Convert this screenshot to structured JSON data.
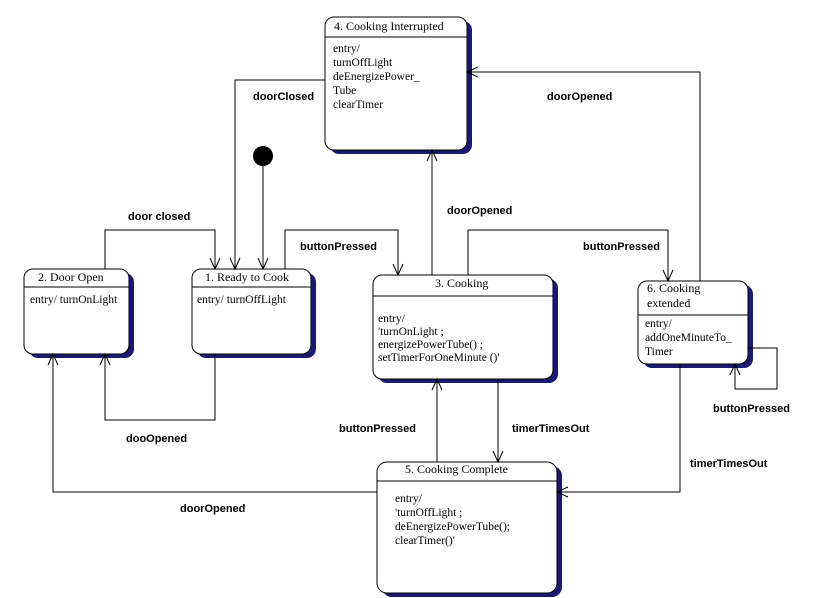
{
  "states": {
    "s4": {
      "title": "4. Cooking Interrupted",
      "lines": [
        "entry/",
        "turnOffLight",
        "deEnergizePower_",
        "Tube",
        "clearTimer"
      ]
    },
    "s2": {
      "title": "2. Door Open",
      "lines": [
        "entry/   turnOnLight"
      ]
    },
    "s1": {
      "title": "1. Ready to Cook",
      "lines": [
        "entry/   turnOffLight"
      ]
    },
    "s3": {
      "title": "3.  Cooking",
      "lines": [
        "entry/",
        "'turnOnLight ;",
        "energizePowerTube() ;",
        "setTimerForOneMinute ()'"
      ]
    },
    "s6": {
      "title": "6. Cooking",
      "title2": "extended",
      "lines": [
        "entry/",
        "addOneMinuteTo_",
        "Timer"
      ]
    },
    "s5": {
      "title": "5.  Cooking Complete",
      "lines": [
        "entry/",
        "'turnOffLight  ;",
        "deEnergizePowerTube();",
        "clearTimer()'"
      ]
    }
  },
  "transitions": {
    "s4_to_s1": "doorClosed",
    "s6_to_s4": "doorOpened",
    "s2_to_s1": "door  closed",
    "s1_to_s3": "buttonPressed",
    "s3_to_s4": "doorOpened",
    "s3_to_s6": "buttonPressed",
    "s1_to_s2": "dooOpened",
    "s6_self": "buttonPressed",
    "s5_to_s3": "buttonPressed",
    "s3_to_s5": "timerTimesOut",
    "s6_to_s5": "timerTimesOut",
    "s5_to_s2": "doorOpened"
  }
}
